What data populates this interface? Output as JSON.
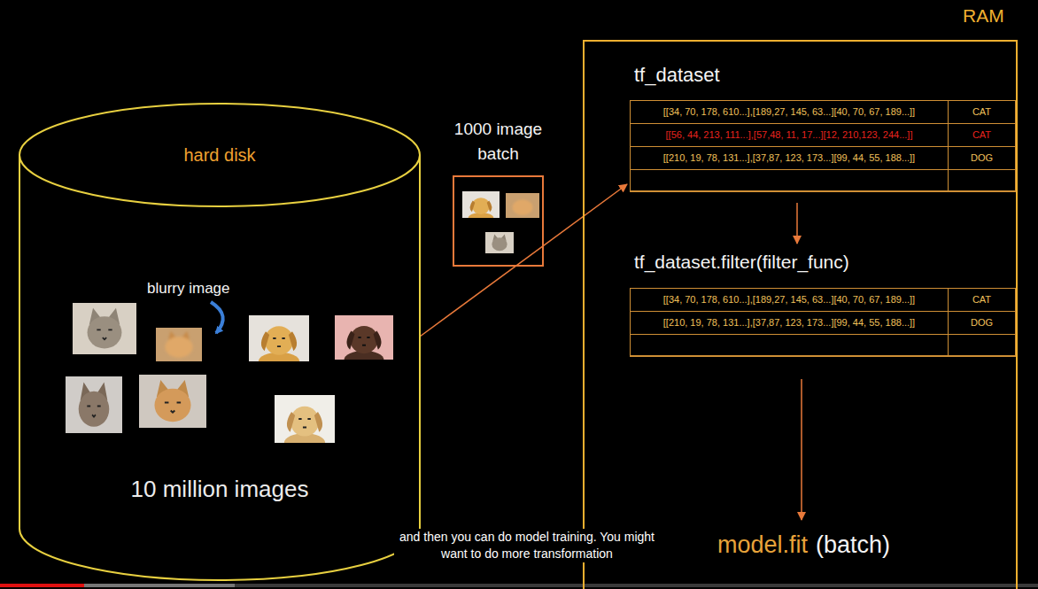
{
  "diagram": {
    "caption": "and then you can do model training. You might want to do more transformation",
    "nodes": [
      {
        "text": [
          "hard disk",
          "10 million images"
        ]
      },
      {
        "text": [
          "1000 image batch"
        ]
      },
      {
        "text": [
          "RAM"
        ]
      },
      {
        "text": [
          "tf_dataset"
        ],
        "in": 2
      },
      {
        "text": [
          "[[34, 70, 178, 610...],[189,27, 145, 63...][40, 70, 67, 189...]]"
        ],
        "in": 3
      },
      {
        "text": [
          "CAT"
        ],
        "in": 3
      },
      {
        "text": [
          "[[56, 44, 213, 111...],[57,48, 11, 17...][12, 210,123, 244...]]"
        ],
        "in": 3
      },
      {
        "text": [
          "CAT"
        ],
        "in": 3
      },
      {
        "text": [
          "[[210, 19, 78, 131...],[37,87, 123, 173...][99, 44, 55, 188...]]"
        ],
        "in": 3
      },
      {
        "text": [
          "DOG"
        ],
        "in": 3
      },
      {
        "text": [
          "tf_dataset.filter(filter_func)"
        ],
        "in": 2
      },
      {
        "text": [
          "[[34, 70, 178, 610...],[189,27, 145, 63...][40, 70, 67, 189...]]"
        ],
        "in": 10
      },
      {
        "text": [
          "CAT"
        ],
        "in": 10
      },
      {
        "text": [
          "[[210, 19, 78, 131...],[37,87, 123, 173...][99, 44, 55, 188...]]"
        ],
        "in": 10
      },
      {
        "text": [
          "DOG"
        ],
        "in": 10
      }
    ],
    "edges": [
      {
        "from": 0,
        "to": 3,
        "arrow": "to"
      },
      {
        "from": 3,
        "to": 10,
        "arrow": "to"
      }
    ],
    "labels": [
      "blurry image",
      "model.fit",
      "(batch)"
    ]
  }
}
